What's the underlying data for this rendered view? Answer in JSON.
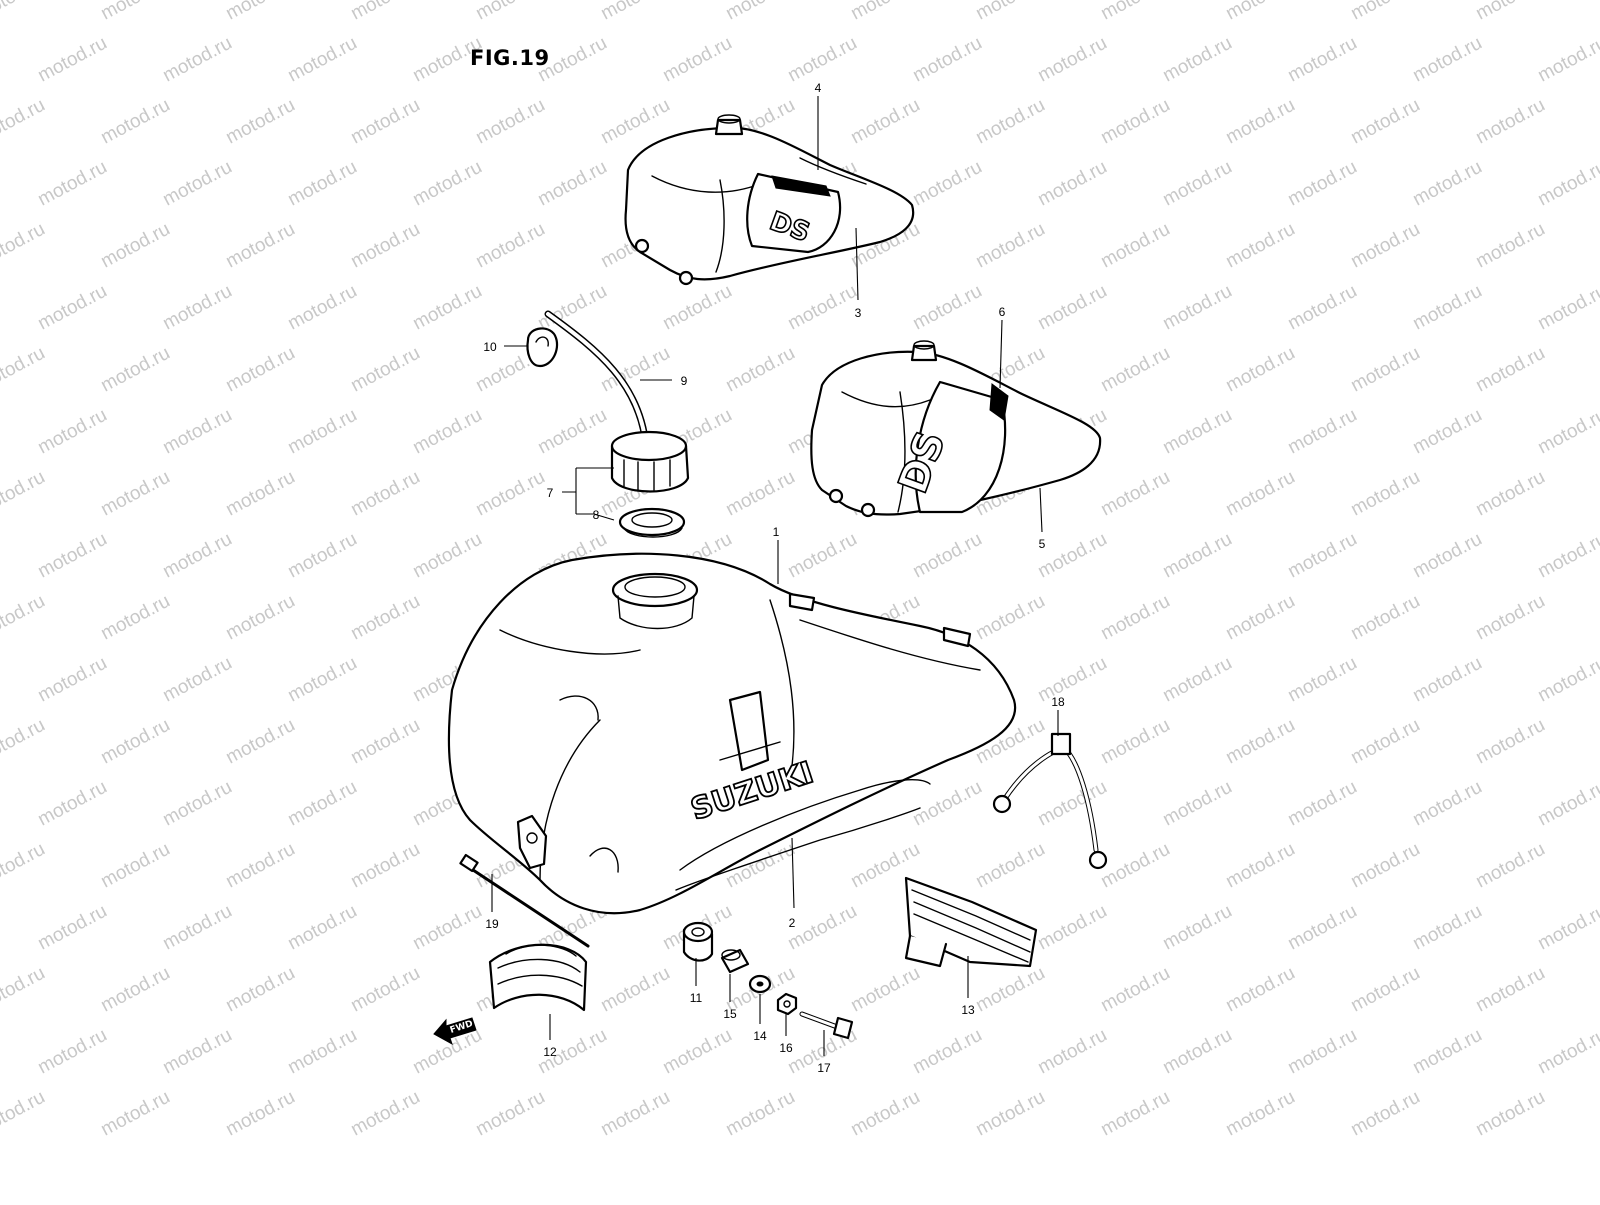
{
  "figure": {
    "title": "FIG.19"
  },
  "watermark": {
    "text": "motod.ru"
  },
  "artwork": {
    "tank_brand": "SUZUKI",
    "decal_text": "DS",
    "direction_marker": "FWD"
  },
  "callouts": [
    {
      "id": "1",
      "part": "fuel-tank"
    },
    {
      "id": "2",
      "part": "tank-emblem-decal"
    },
    {
      "id": "3",
      "part": "tank-variant-upper"
    },
    {
      "id": "4",
      "part": "ds-emblem-upper"
    },
    {
      "id": "5",
      "part": "tank-variant-lower"
    },
    {
      "id": "6",
      "part": "ds-emblem-lower"
    },
    {
      "id": "7",
      "part": "fuel-cap-assembly"
    },
    {
      "id": "8",
      "part": "cap-gasket"
    },
    {
      "id": "9",
      "part": "breather-hose"
    },
    {
      "id": "10",
      "part": "hose-clip"
    },
    {
      "id": "11",
      "part": "cushion"
    },
    {
      "id": "12",
      "part": "front-cushion"
    },
    {
      "id": "13",
      "part": "rear-cushion"
    },
    {
      "id": "14",
      "part": "washer"
    },
    {
      "id": "15",
      "part": "spacer"
    },
    {
      "id": "16",
      "part": "nut"
    },
    {
      "id": "17",
      "part": "bolt"
    },
    {
      "id": "18",
      "part": "rear-bracket"
    },
    {
      "id": "19",
      "part": "cable-tie"
    }
  ]
}
